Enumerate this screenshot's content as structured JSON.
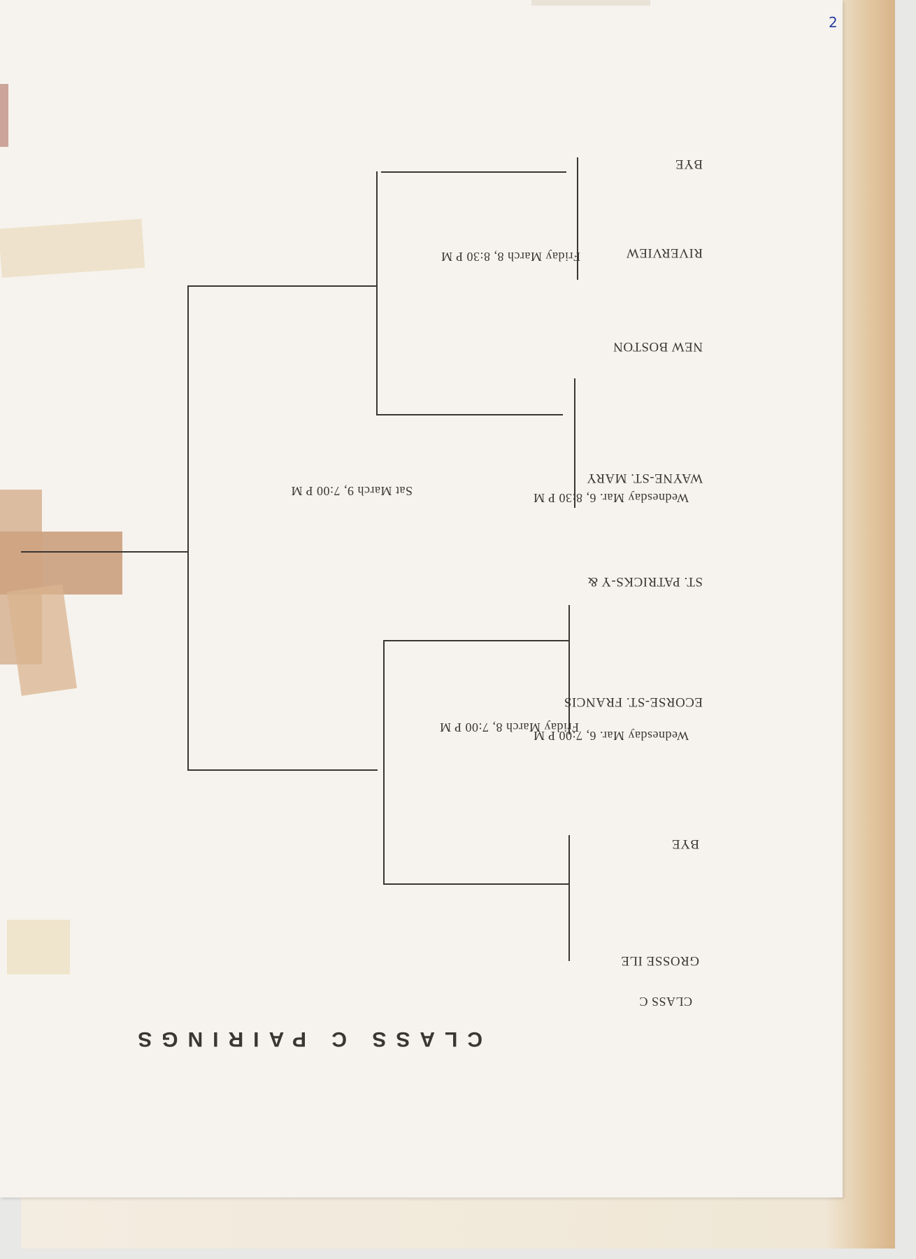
{
  "document": {
    "page_number": "2",
    "title": "CLASS C PAIRINGS",
    "class_label": "CLASS C"
  },
  "bracket": {
    "teams": [
      "GROSSE ILE",
      "BYE",
      "ECORSE-ST. FRANCIS",
      "ST. PATRICKS-Y &",
      "WAYNE-ST. MARY",
      "NEW BOSTON",
      "RIVERVIEW",
      "BYE"
    ],
    "first_round": [
      "Wednesday Mar. 6, 7:00 P M",
      "Wednesday Mar. 6, 8:30 P M"
    ],
    "semifinals": [
      "Friday March 8, 7:00 P M",
      "Friday March 8, 8:30 P M"
    ],
    "final": "Sat March 9, 7:00 P M"
  },
  "colors": {
    "paper": "#f6f3ee",
    "ink": "#3a3632",
    "tape_brown": "#c89a78",
    "pencil_mark": "#2a3fa0"
  }
}
